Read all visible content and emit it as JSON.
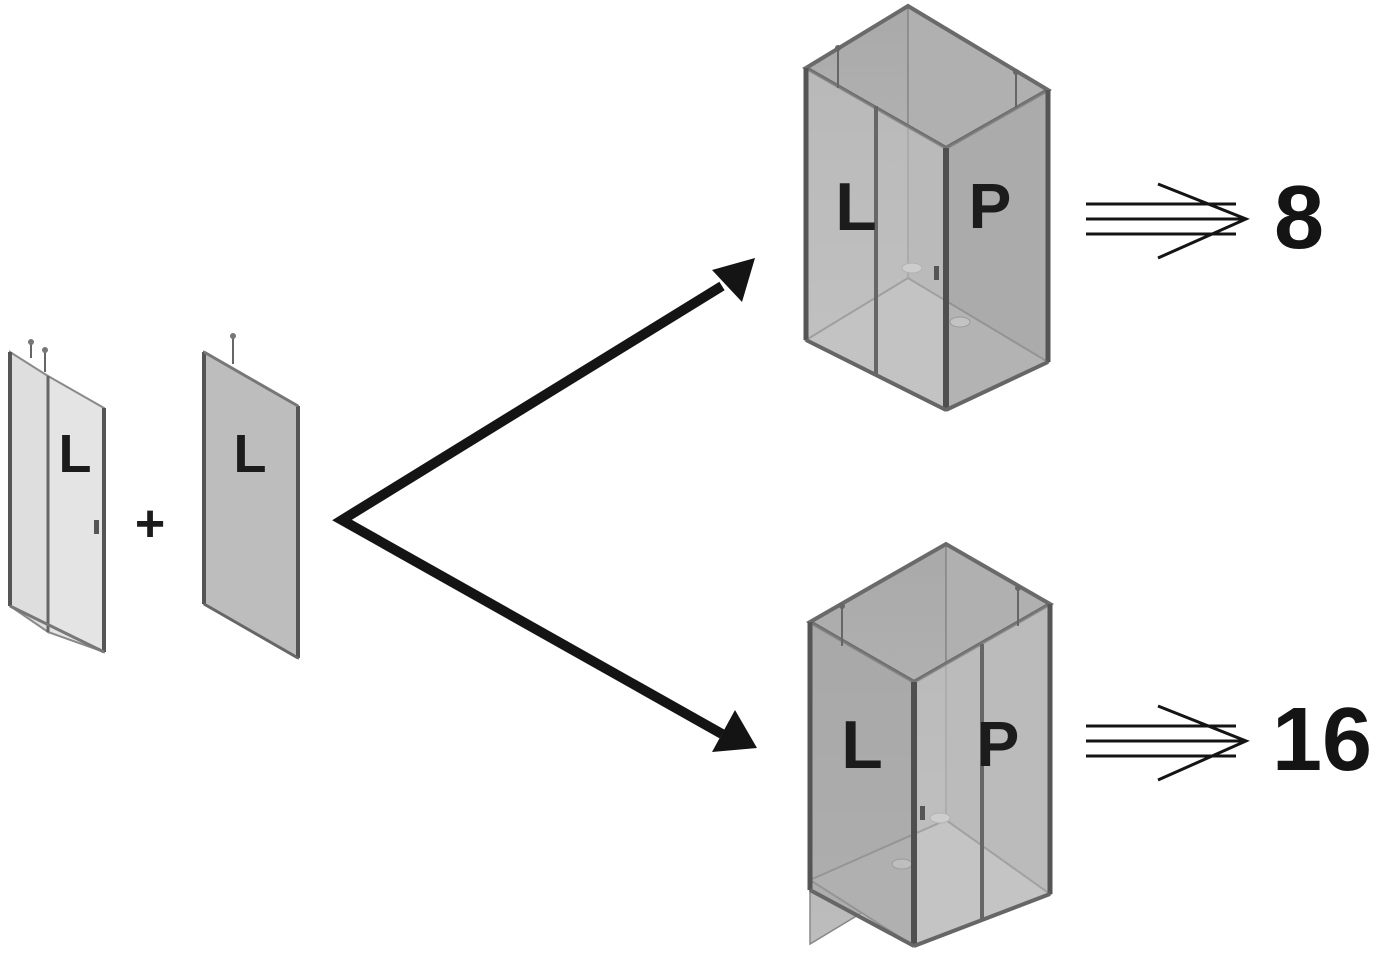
{
  "panels": {
    "door_label": "L",
    "plus": "+",
    "side_label": "L"
  },
  "results": [
    {
      "left_label": "L",
      "right_label": "P",
      "count": "8"
    },
    {
      "left_label": "L",
      "right_label": "P",
      "count": "16"
    }
  ]
}
